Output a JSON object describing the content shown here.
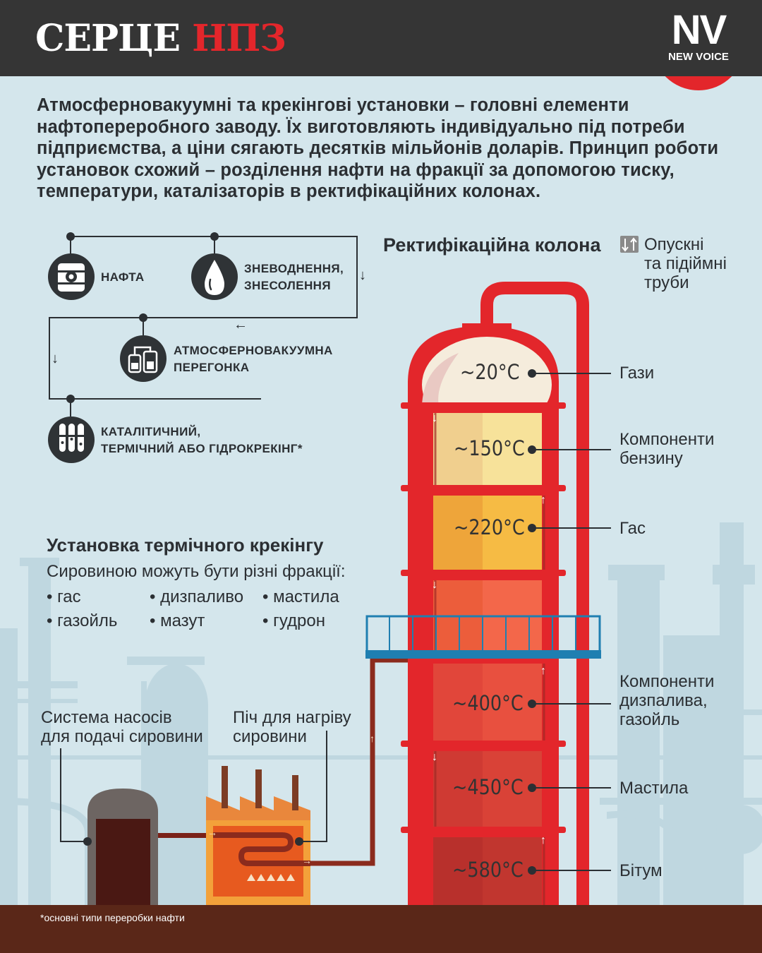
{
  "header": {
    "title_white": "СЕРЦЕ",
    "title_red": "НПЗ",
    "logo_main": "NV",
    "logo_sub": "NEW VOICE"
  },
  "intro": "Атмосферновакуумні та крекінгові установки – головні елементи нафтопереробного заводу. Їх виготовляють індивідуально під потреби підприємства, а ціни сягають десятків мільйонів доларів. Принцип роботи установок схожий – розділення нафти на фракції за допомогою тиску, температури, каталізаторів в ректифікаційних колонах.",
  "process": {
    "steps": [
      {
        "lines": [
          "НАФТА"
        ],
        "icon": "oil-barrel-icon"
      },
      {
        "lines": [
          "ЗНЕВОДНЕННЯ,",
          "ЗНЕСОЛЕННЯ"
        ],
        "icon": "water-drop-icon"
      },
      {
        "lines": [
          "АТМОСФЕРНОВАКУУМНА",
          "ПЕРЕГОНКА"
        ],
        "icon": "distillation-tanks-icon"
      },
      {
        "lines": [
          "КАТАЛІТИЧНИЙ,",
          "ТЕРМІЧНИЙ АБО ГІДРОКРЕКІНГ*"
        ],
        "icon": "test-tubes-icon"
      }
    ],
    "arrow_glyphs": {
      "down": "↓",
      "left": "←"
    }
  },
  "cracking": {
    "title": "Установка термічного крекінгу",
    "subtitle": "Сировиною можуть бути різні фракції:",
    "bullet": "•",
    "columns": [
      [
        "гас",
        "газойль"
      ],
      [
        "дизпаливо",
        "мазут"
      ],
      [
        "мастила",
        "гудрон"
      ]
    ]
  },
  "plant": {
    "pumps_label": [
      "Система насосів",
      "для подачі сировини"
    ],
    "furnace_label": [
      "Піч для нагріву",
      "сировини"
    ]
  },
  "column": {
    "title": "Ректифікаційна колона",
    "pipes_legend": [
      "Опускні",
      "та підіймні",
      "труби"
    ],
    "pipes_icon": "up-down-arrows-icon",
    "sections": [
      {
        "temp": "~20°C",
        "product": [
          "Гази"
        ],
        "colors": [
          "#efe4d3",
          "#f5ecdc"
        ]
      },
      {
        "temp": "~150°C",
        "product": [
          "Компоненти",
          "бензину"
        ],
        "colors": [
          "#f0cf8e",
          "#f7e29a"
        ]
      },
      {
        "temp": "~220°C",
        "product": [
          "Гас"
        ],
        "colors": [
          "#eea53a",
          "#f6bb44"
        ]
      },
      {
        "temp": "",
        "product": [],
        "colors": [
          "#ec5d3b",
          "#f3674a"
        ]
      },
      {
        "temp": "~400°C",
        "product": [
          "Компоненти",
          "дизпалива,",
          "газойль"
        ],
        "colors": [
          "#e1463a",
          "#e8503f"
        ]
      },
      {
        "temp": "~450°C",
        "product": [
          "Мастила"
        ],
        "colors": [
          "#cf3a33",
          "#d94237"
        ]
      },
      {
        "temp": "~580°C",
        "product": [
          "Бітум"
        ],
        "colors": [
          "#b8302c",
          "#c1362f"
        ]
      }
    ],
    "flow_glyphs": {
      "down": "↓",
      "up": "↑",
      "right": "→"
    }
  },
  "footnote": "*основні типи переробки нафти",
  "colors": {
    "header_bg": "#353535",
    "accent_red": "#e3262b",
    "background": "#d4e6ec",
    "ground": "#5a2718",
    "platform_blue": "#1f7fb1",
    "text_dark": "#2b2f33"
  }
}
